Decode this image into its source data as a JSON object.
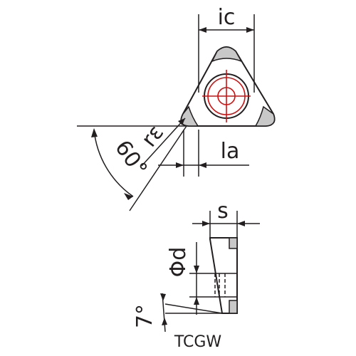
{
  "labels": {
    "ic": "ic",
    "la": "la",
    "r_epsilon": "rε",
    "angle_60": "60°",
    "s": "s",
    "phi_d": "Φd",
    "angle_7": "7°",
    "designation": "TCGW"
  },
  "colors": {
    "line": "#231f20",
    "insert_fill": "#ffffff",
    "corner_fill": "#c8c8c8",
    "hole_outline": "#d01010"
  }
}
